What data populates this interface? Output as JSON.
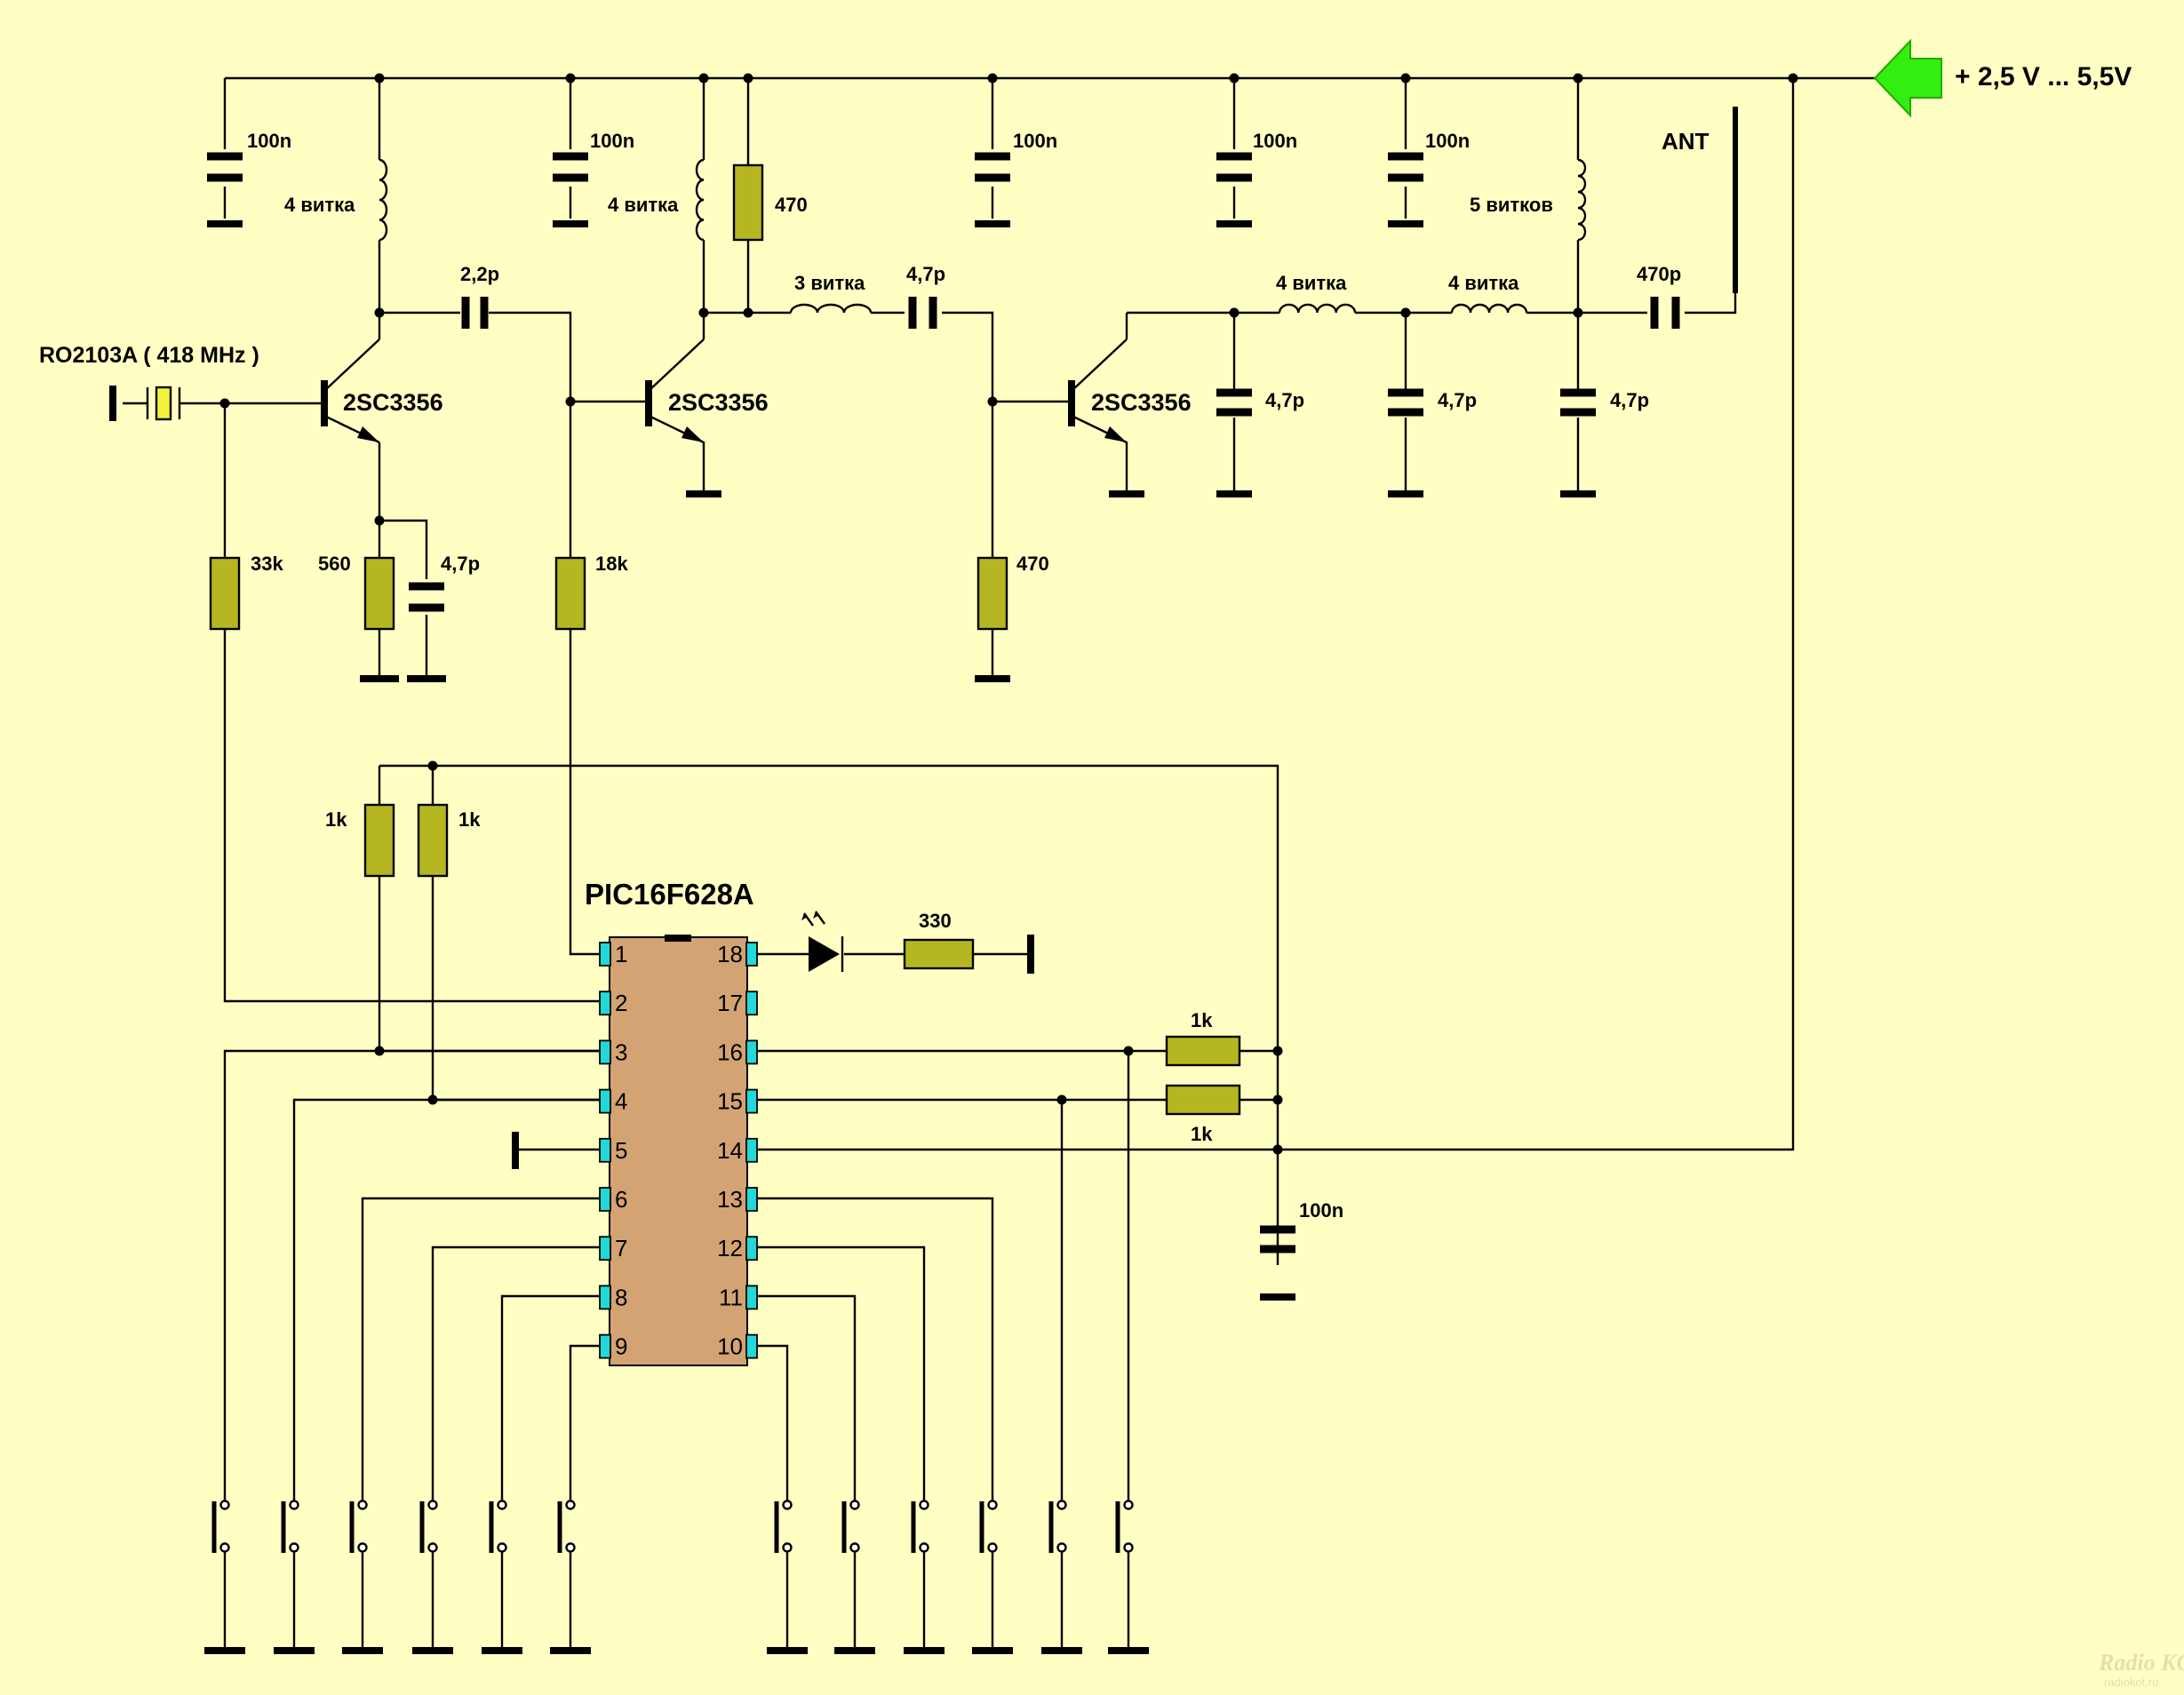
{
  "supply": {
    "label": "+ 2,5 V ... 5,5V",
    "color": "#33ee11"
  },
  "antenna": {
    "label": "ANT"
  },
  "resonator": {
    "label": "RO2103A ( 418 MHz )"
  },
  "ic": {
    "name": "PIC16F628A",
    "left_pins": [
      "1",
      "2",
      "3",
      "4",
      "5",
      "6",
      "7",
      "8",
      "9"
    ],
    "right_pins": [
      "18",
      "17",
      "16",
      "15",
      "14",
      "13",
      "12",
      "11",
      "10"
    ],
    "body_color": "#d4a373"
  },
  "transistors": {
    "q1": "2SC3356",
    "q2": "2SC3356",
    "q3": "2SC3356"
  },
  "labels": {
    "c_top1": "100n",
    "c_top2": "100n",
    "c_top3": "100n",
    "c_top4": "100n",
    "c_top5": "100n",
    "l1": "4 витка",
    "l2": "4 витка",
    "l3": "3 витка",
    "l4": "4 витка",
    "l5": "4 витка",
    "l6": "5 витков",
    "r_470_top": "470",
    "c_22p": "2,2p",
    "c_47p_series": "4,7p",
    "c_470p": "470p",
    "c_47p_a": "4,7p",
    "c_47p_b": "4,7p",
    "c_47p_c": "4,7p",
    "r_33k": "33k",
    "r_560": "560",
    "c_47p_emitter": "4,7p",
    "r_18k": "18k",
    "r_470_base": "470",
    "r_1k_a": "1k",
    "r_1k_b": "1k",
    "r_330": "330",
    "r_1k_16": "1k",
    "r_1k_15": "1k",
    "c_100n_ic": "100n"
  },
  "watermark": {
    "line1": "Radio KOT",
    "line2": "radiokot.ru"
  },
  "colors": {
    "background": "#ffffc4",
    "resistor": "#b6b622",
    "pin": "#22d8d8"
  }
}
